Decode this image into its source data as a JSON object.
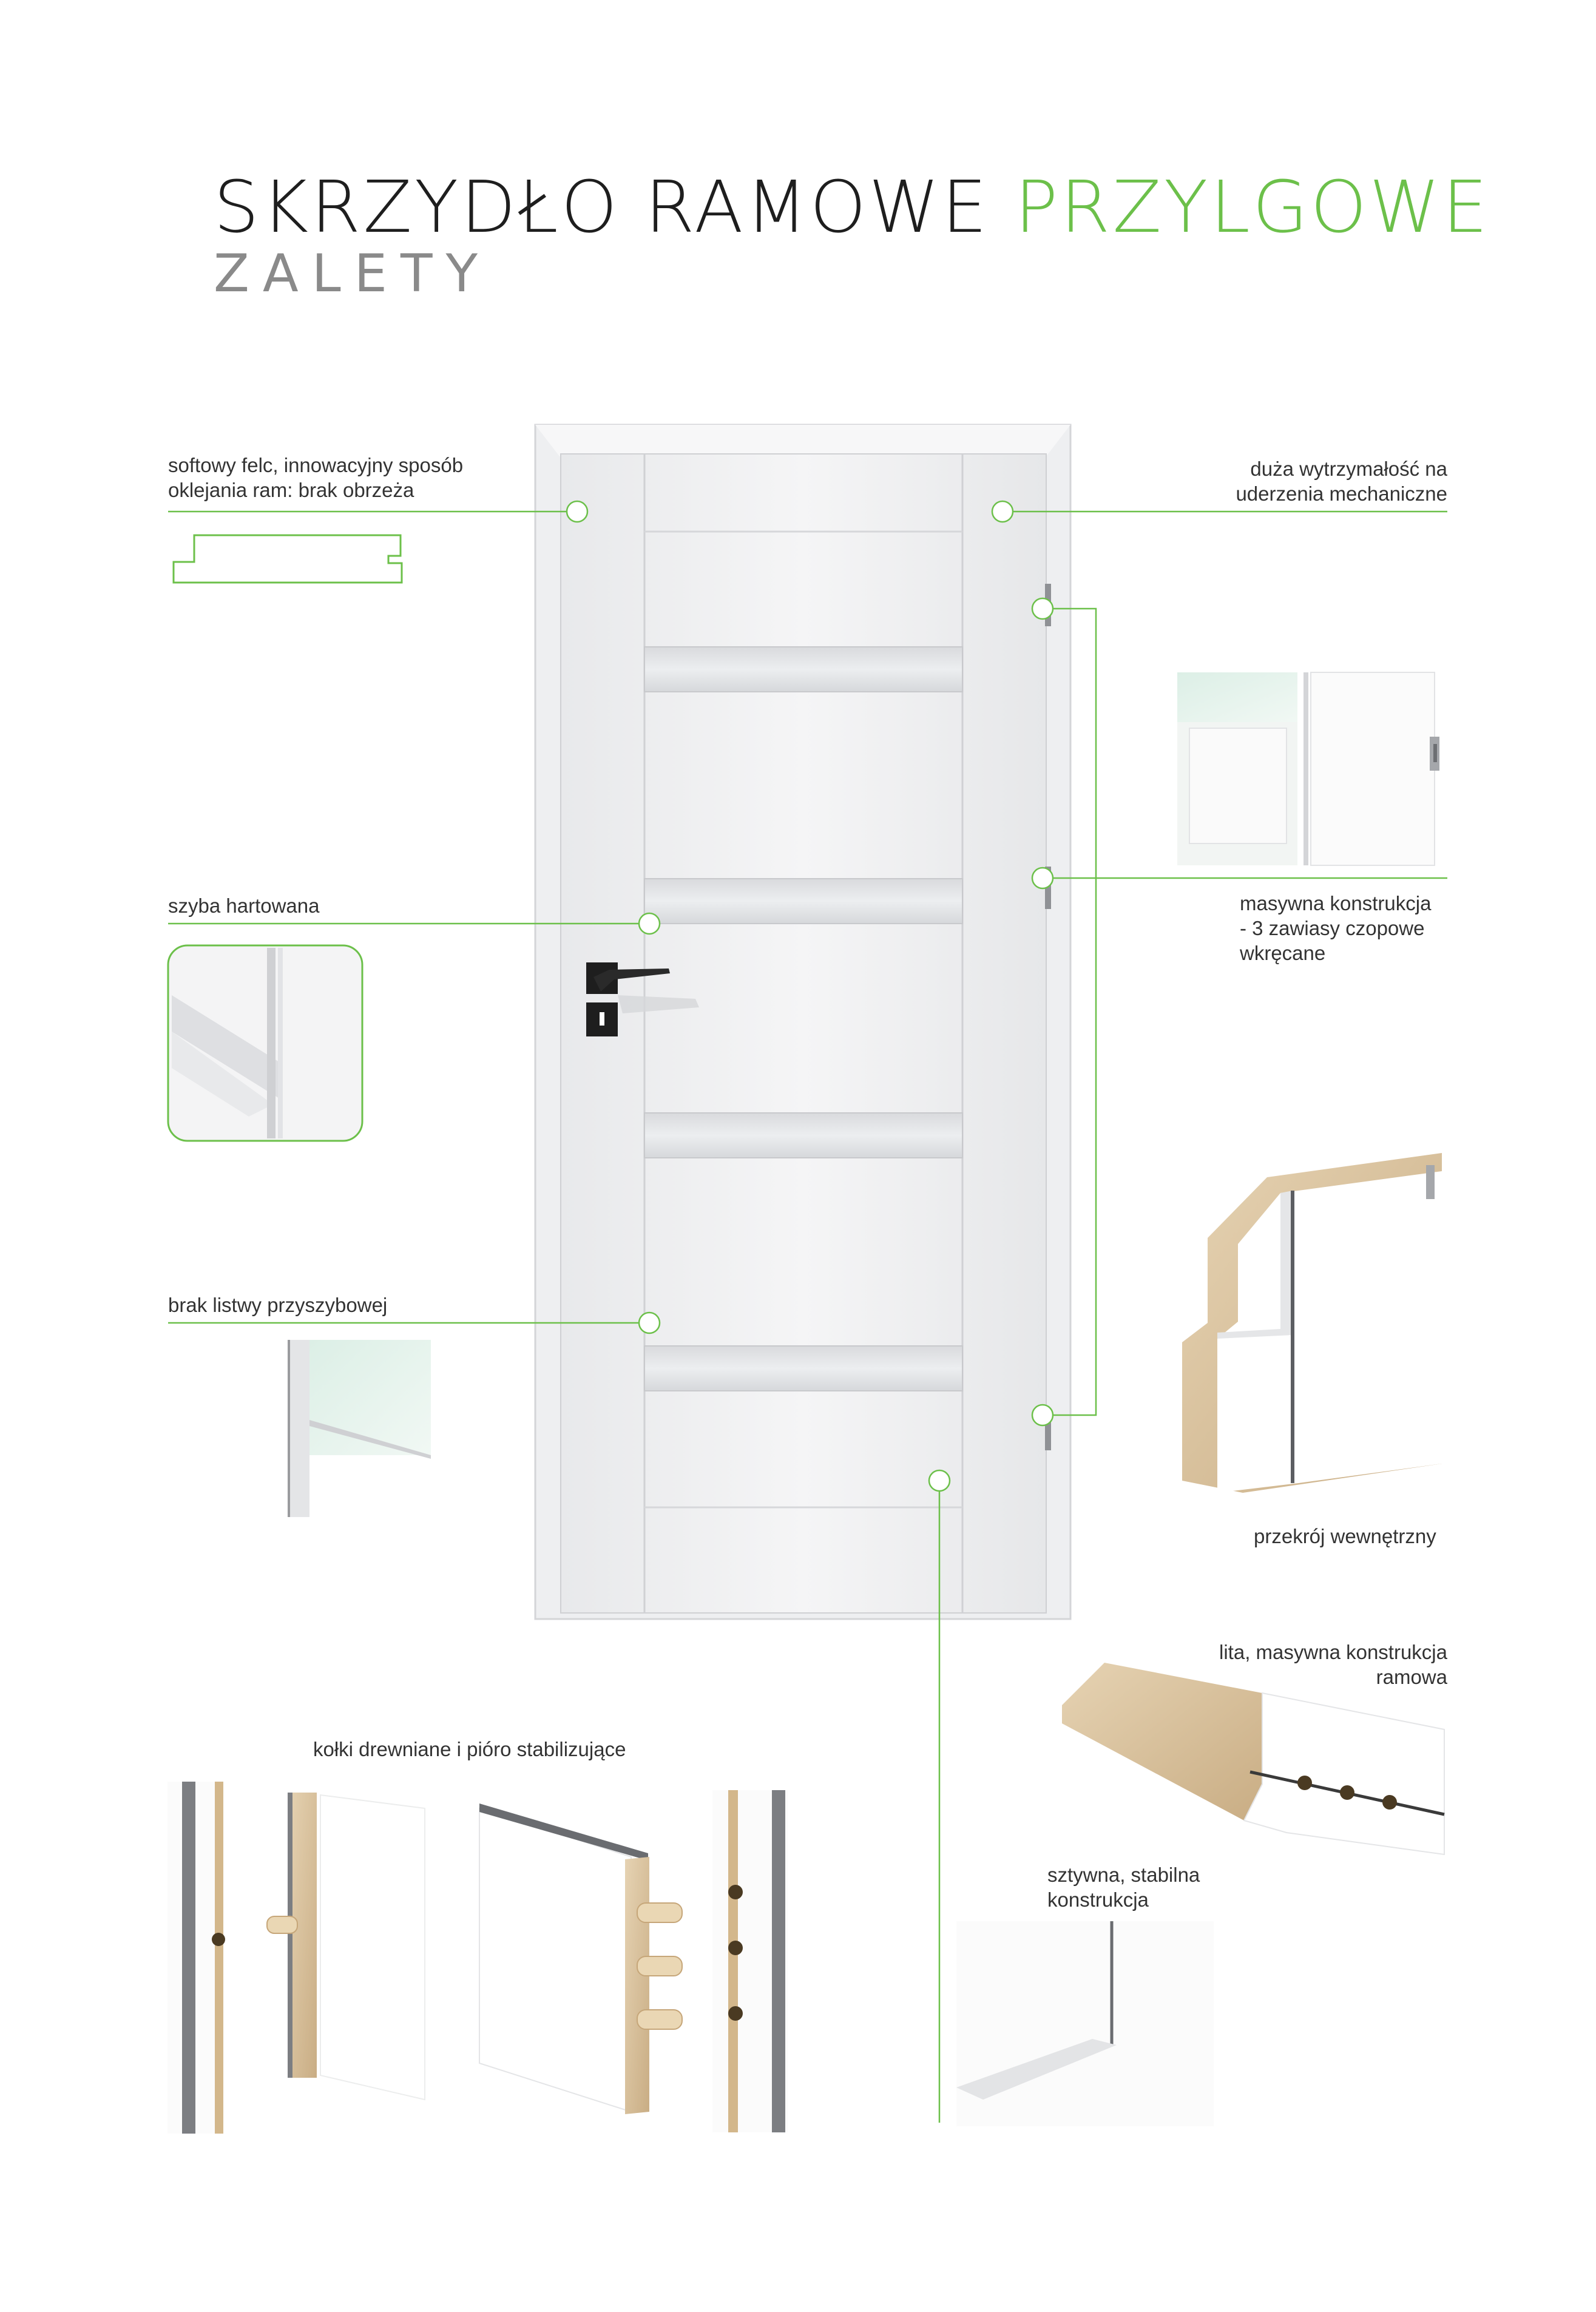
{
  "header": {
    "title_part1": "SKRZYDŁO RAMOWE",
    "title_part2": "PRZYLGOWE",
    "subtitle": "ZALETY"
  },
  "callouts": {
    "softowy_felc": [
      "softowy felc, innowacyjny sposób",
      "oklejania ram: brak obrzeża"
    ],
    "duza_wytrzymalosc": [
      "duża wytrzymałość na",
      "uderzenia mechaniczne"
    ],
    "szyba_hartowana": "szyba hartowana",
    "masywna_konstrukcja": [
      "masywna konstrukcja",
      "- 3 zawiasy czopowe",
      "wkręcane"
    ],
    "brak_listwy": "brak listwy przyszybowej",
    "przekroj": "przekrój wewnętrzny",
    "lita_masywna": [
      "lita, masywna konstrukcja",
      "ramowa"
    ],
    "kolki": "kołki drewniane i pióro stabilizujące",
    "sztywna": [
      "sztywna, stabilna",
      "konstrukcja"
    ]
  },
  "colors": {
    "accent_green": "#6cc04a",
    "title_dark": "#1e1e1e",
    "subtitle_gray": "#8a8a8a",
    "door_white": "#f3f3f4",
    "glass": "#e2e3e6",
    "wood": "#d9c4a3"
  }
}
